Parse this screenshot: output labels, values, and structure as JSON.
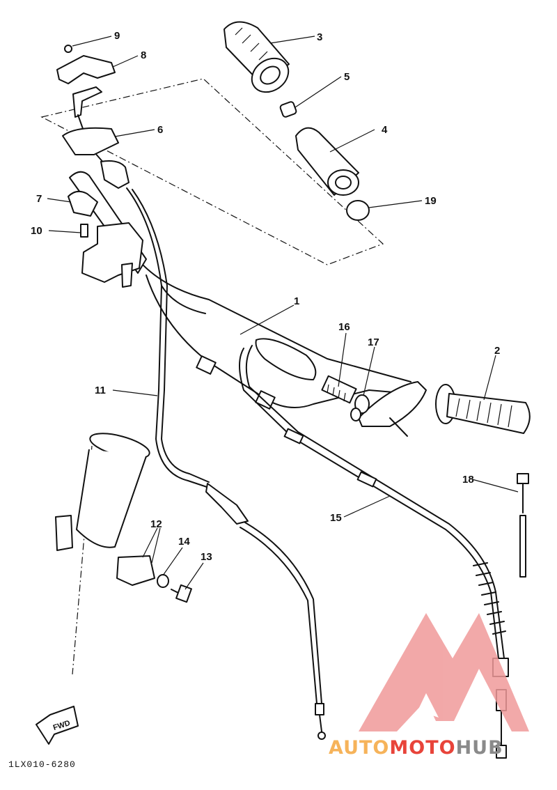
{
  "callouts": {
    "c1": "1",
    "c2": "2",
    "c3": "3",
    "c4": "4",
    "c5": "5",
    "c6": "6",
    "c7": "7",
    "c8": "8",
    "c9": "9",
    "c10": "10",
    "c11": "11",
    "c12": "12",
    "c13": "13",
    "c14": "14",
    "c15": "15",
    "c16": "16",
    "c17": "17",
    "c18": "18",
    "c19": "19"
  },
  "fwd_label": "FWD",
  "diagram_code": "1LX010-6280",
  "watermark": {
    "part1": "AUTO",
    "part2": "MOTO",
    "part3": "HUB",
    "color_orange": "#f6b35a",
    "color_red": "#e8443a",
    "color_gray": "#8a8a8a"
  }
}
